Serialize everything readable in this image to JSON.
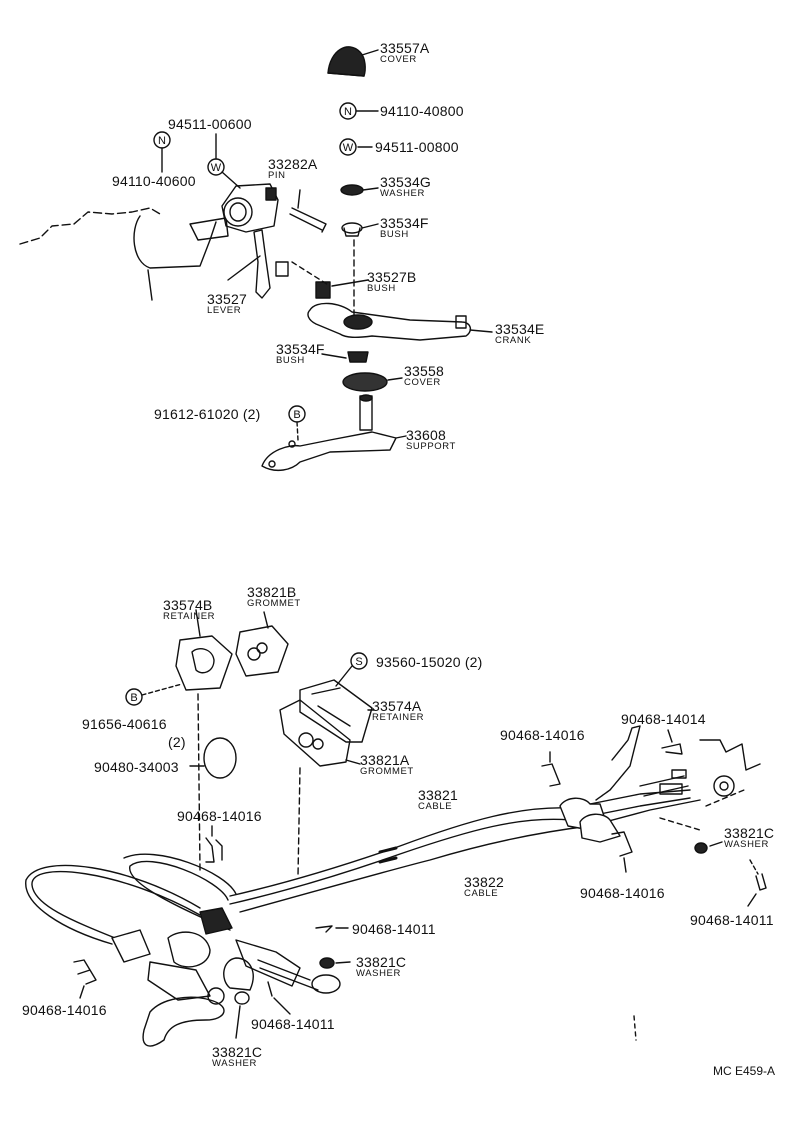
{
  "figure_ref": "MC E459-A",
  "symbols": {
    "N": "N",
    "W": "W",
    "B": "B",
    "S": "S"
  },
  "upper": {
    "cover_33557A": {
      "num": "33557A",
      "name": "COVER"
    },
    "nut_94110_40800": "94110-40800",
    "washer_94511_00800": "94511-00800",
    "washer_33534G": {
      "num": "33534G",
      "name": "WASHER"
    },
    "bush_33534F_top": {
      "num": "33534F",
      "name": "BUSH"
    },
    "bush_33527B": {
      "num": "33527B",
      "name": "BUSH"
    },
    "crank_33534E": {
      "num": "33534E",
      "name": "CRANK"
    },
    "bush_33534F_bottom": {
      "num": "33534F",
      "name": "BUSH"
    },
    "cover_33558": {
      "num": "33558",
      "name": "COVER"
    },
    "support_33608": {
      "num": "33608",
      "name": "SUPPORT"
    },
    "bolt_91612": "91612-61020 (2)",
    "washer_94511_00600": "94511-00600",
    "nut_94110_40600": "94110-40600",
    "pin_33282A": {
      "num": "33282A",
      "name": "PIN"
    },
    "lever_33527": {
      "num": "33527",
      "name": "LEVER"
    }
  },
  "lower": {
    "retainer_33574B": {
      "num": "33574B",
      "name": "RETAINER"
    },
    "grommet_33821B": {
      "num": "33821B",
      "name": "GROMMET"
    },
    "screw_93560": "93560-15020 (2)",
    "retainer_33574A": {
      "num": "33574A",
      "name": "RETAINER"
    },
    "grommet_33821A": {
      "num": "33821A",
      "name": "GROMMET"
    },
    "bolt_91656": "91656-40616",
    "bolt_91656_qty": "(2)",
    "ring_90480": "90480-34003",
    "clip_left_top": "90468-14016",
    "cable_33821": {
      "num": "33821",
      "name": "CABLE"
    },
    "cable_33822": {
      "num": "33822",
      "name": "CABLE"
    },
    "clip_right_top": "90468-14016",
    "clip_14014": "90468-14014",
    "washer_33821C_right": {
      "num": "33821C",
      "name": "WASHER"
    },
    "clip_right_bottom": "90468-14016",
    "pin_14011_right": "90468-14011",
    "pin_14011_mid": "90468-14011",
    "washer_33821C_mid": {
      "num": "33821C",
      "name": "WASHER"
    },
    "clip_left_bottom": "90468-14016",
    "pin_14011_low": "90468-14011",
    "washer_33821C_low": {
      "num": "33821C",
      "name": "WASHER"
    }
  }
}
